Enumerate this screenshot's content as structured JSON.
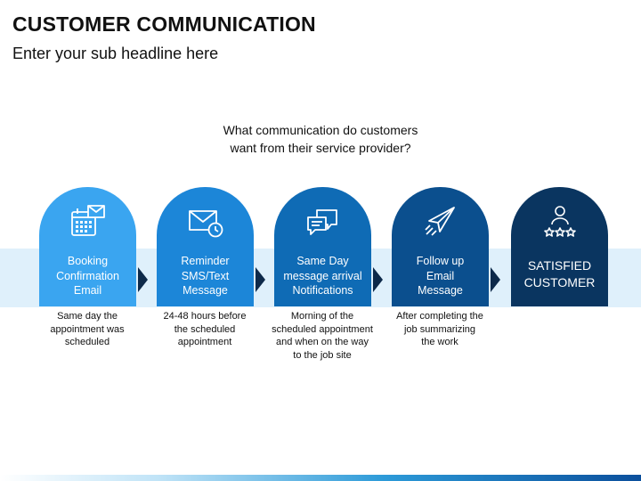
{
  "header": {
    "title": "CUSTOMER COMMUNICATION",
    "subtitle": "Enter your sub headline here"
  },
  "question": "What communication do customers\nwant from their service provider?",
  "steps": [
    {
      "label": "Booking\nConfirmation\nEmail",
      "icon": "calendar-email-icon",
      "color": "#3aa5f0",
      "description": "Same day the\nappointment was\nscheduled"
    },
    {
      "label": "Reminder\nSMS/Text\nMessage",
      "icon": "envelope-clock-icon",
      "color": "#1c86d8",
      "description": "24-48 hours before\nthe scheduled\nappointment"
    },
    {
      "label": "Same Day\nmessage arrival\nNotifications",
      "icon": "chat-bubbles-icon",
      "color": "#0f6bb5",
      "description": "Morning of the\nscheduled appointment\nand when on  the way\nto the job site"
    },
    {
      "label": "Follow up\nEmail\nMessage",
      "icon": "paper-plane-icon",
      "color": "#0b4f8e",
      "description": "After completing the\njob summarizing\nthe work"
    },
    {
      "label": "SATISFIED\nCUSTOMER",
      "icon": "customer-rating-icon",
      "color": "#0a3560",
      "description": ""
    }
  ],
  "colors": {
    "band": "#dff0fb",
    "arrow": "#0e2a4a"
  }
}
